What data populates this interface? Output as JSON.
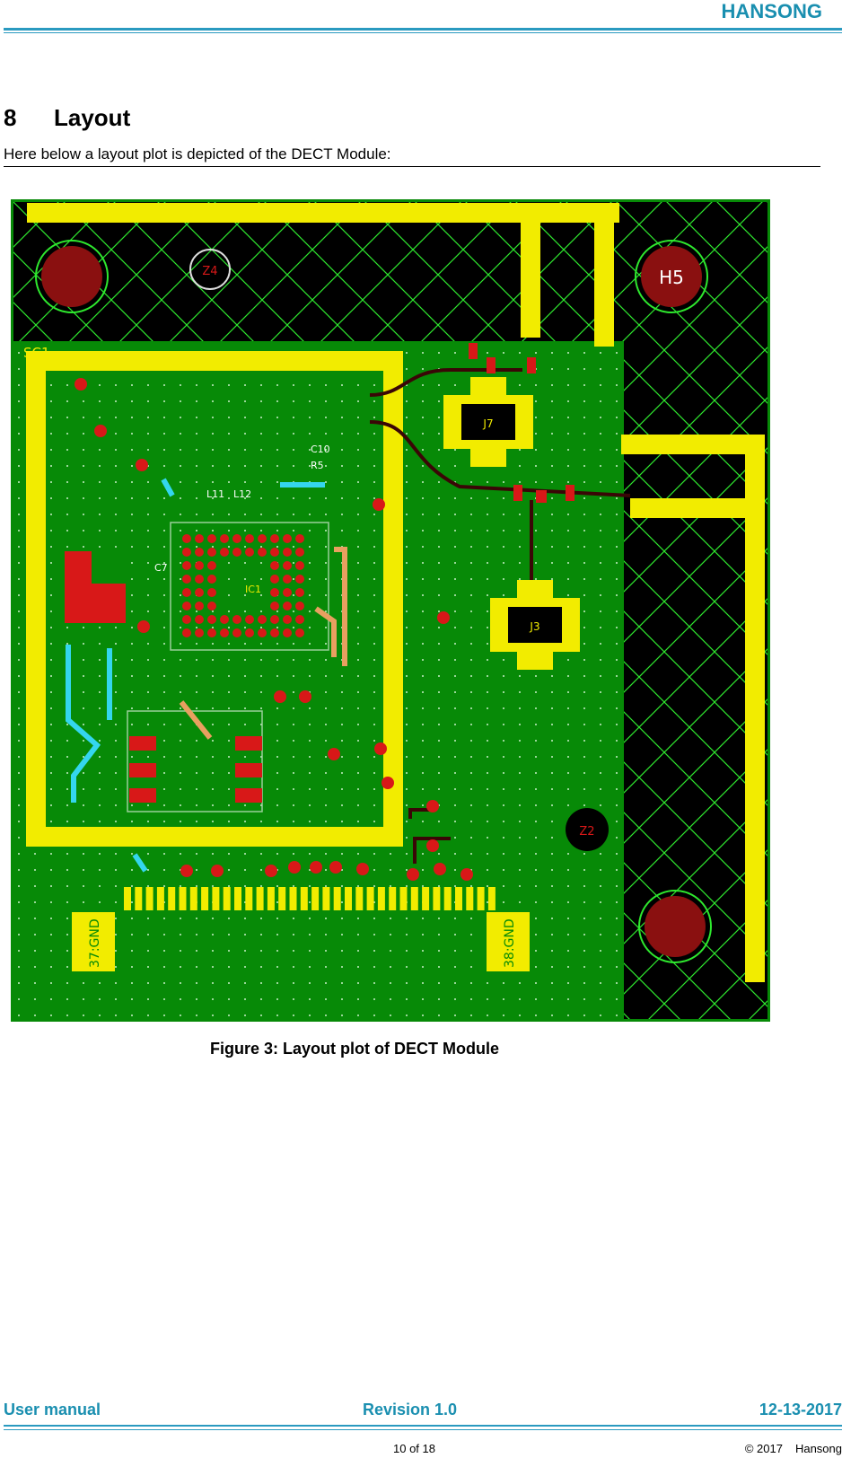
{
  "header": {
    "brand": "HANSONG"
  },
  "section": {
    "number": "8",
    "title": "Layout"
  },
  "intro": "Here below a layout plot is depicted of the DECT Module:",
  "figure": {
    "caption": "Figure 3: Layout plot of DECT Module",
    "labels": {
      "sc1": "SC1",
      "ic1": "IC1",
      "j7": "J7",
      "j3": "J3",
      "h5": "H5",
      "z2": "Z2",
      "z4": "Z4",
      "pad37": "37:GND",
      "pad38": "38:GND",
      "c7": "C7",
      "l11": "L11",
      "l12": "L12",
      "r5": "R5",
      "c10": "C10"
    },
    "colors": {
      "board": "#078a07",
      "copper_yellow": "#f2ec00",
      "pad_red": "#d81818",
      "silk_cyan": "#34d6ee",
      "void_black": "#000000",
      "hole": "#8a1010"
    }
  },
  "footer": {
    "doc_type": "User manual",
    "revision": "Revision 1.0",
    "date": "12-13-2017",
    "page": "10 of 18",
    "copyright": "© 2017",
    "company": "Hansong"
  }
}
